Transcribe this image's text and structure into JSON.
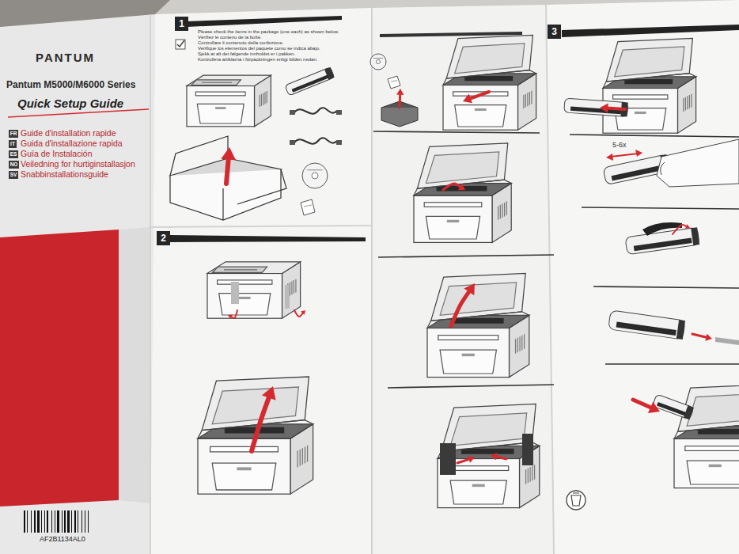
{
  "diagram": {
    "title": "Quick Setup Guide",
    "nodes": [
      {
        "text": [
          "FR"
        ]
      },
      {
        "text": [
          "IT"
        ]
      },
      {
        "text": [
          "ES"
        ]
      },
      {
        "text": [
          "NO"
        ]
      },
      {
        "text": [
          "SV"
        ]
      },
      {
        "text": [
          "1"
        ]
      },
      {
        "text": [
          "2"
        ]
      },
      {
        "text": [
          "3"
        ]
      }
    ],
    "labels": [
      "PANTUM",
      "Pantum M5000/M6000 Series",
      "Guide d'installation rapide",
      "Guida d'installazione rapida",
      "Guía de Instalación",
      "Veiledning for hurtiginstallasjon",
      "Snabbinstallationsguide",
      "Please check the items in the package (one each) as shown below.",
      "Vérifiez le contenu de la boîte.",
      "Controllare il contenuto della confezione.",
      "Verifique los elementos del paquete como se indica abajo.",
      "Sjekk at alt det følgende innholdet er i pakken.",
      "Kontrollera artiklarna i förpackningen enligt bilden nedan.",
      "5-6x",
      "AF2B1134AL0"
    ]
  }
}
